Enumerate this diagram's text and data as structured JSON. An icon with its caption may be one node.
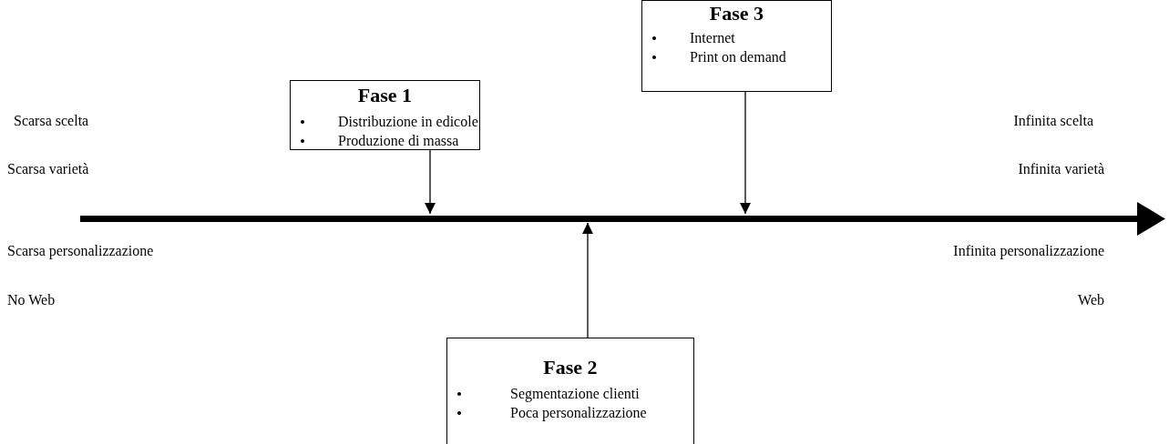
{
  "diagram": {
    "nodes": [
      {
        "text": [
          "Fase 1",
          "Distribuzione in edicole",
          "Produzione di massa"
        ]
      },
      {
        "text": [
          "Fase 3",
          "Internet",
          "Print on demand"
        ]
      },
      {
        "text": [
          "Fase 2",
          "Segmentazione clienti",
          "Poca personalizzazione"
        ]
      }
    ],
    "edges": [
      {
        "from": 0,
        "to": null,
        "arrow": "to"
      },
      {
        "from": 1,
        "to": null,
        "arrow": "to"
      },
      {
        "from": 2,
        "to": null,
        "arrow": "to"
      }
    ],
    "labels": [
      "Scarsa scelta",
      "Infinita scelta",
      "Scarsa varietà",
      "Infinita varietà",
      "Scarsa personalizzazione",
      "Infinita personalizzazione",
      "No Web",
      "Web"
    ]
  }
}
